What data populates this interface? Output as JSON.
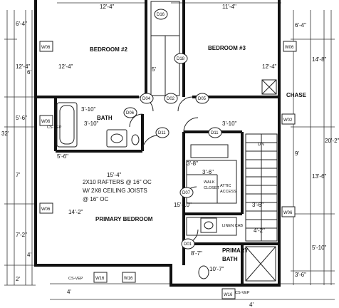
{
  "rooms": {
    "bedroom2": "BEDROOM #2",
    "bedroom3": "BEDROOM #3",
    "bath": "BATH",
    "primary_bedroom": "PRIMARY BEDROOM",
    "primary_bath_line1": "PRIMARY",
    "primary_bath_line2": "BATH",
    "chase": "CHASE",
    "walk_closet_line1": "WALK",
    "walk_closet_line2": "CLOSET",
    "attic_line1": "ATTIC",
    "attic_line2": "ACCESS",
    "down": "DN",
    "linen": "LINEN CAB"
  },
  "notes": {
    "rafters": "2X10 RAFTERS @ 16\" OC",
    "joists": "W/ 2X8 CEILING JOISTS",
    "joists_oc": "@ 16\" OC"
  },
  "dimensions": {
    "top_left": "12'-4\"",
    "top_right": "11'-4\"",
    "left_upper": "12'-4\"",
    "left_mid_a": "6'",
    "left_mid_b": "5'-6\"",
    "left_low_a": "7'",
    "left_low_b": "7'-2\"",
    "left_low_c": "4'",
    "left_total": "32'",
    "left_small": "6'-4\"",
    "inner_left": "12'-4\"",
    "inner_right": "12'-4\"",
    "closet_w": "5'",
    "bath_w": "5'-6\"",
    "bath_h": "3'-10\"",
    "hall_h": "3'-10\"",
    "primary_w": "15'-4\"",
    "primary_h": "14'-2\"",
    "primary_h2": "15'-10\"",
    "right_a": "6'-4\"",
    "right_b": "14'-8\"",
    "right_c": "13'-6\"",
    "right_d": "20'-2\"",
    "right_e": "5'-10\"",
    "right_f": "3'-6\"",
    "right_g": "9'",
    "stair_w": "3'-6\"",
    "stair_b": "4'-2\"",
    "pbath_w": "10'-7\"",
    "pbath_h": "8'-7\"",
    "w_closet": "3'-6\"",
    "bottom_left": "4'",
    "bottom_right": "4'",
    "bottom_2": "2'",
    "hall_1": "3'-10\"",
    "hall_2": "3'-8\""
  },
  "tags": {
    "w06": "W06",
    "w02": "W02",
    "w16": "W16",
    "d16": "D16",
    "d18": "D18",
    "d04": "D04",
    "d02": "D02",
    "d05": "D05",
    "d06": "D06",
    "d11": "D11",
    "d07": "D07",
    "d01": "D01",
    "cs": "CS-VEP"
  }
}
